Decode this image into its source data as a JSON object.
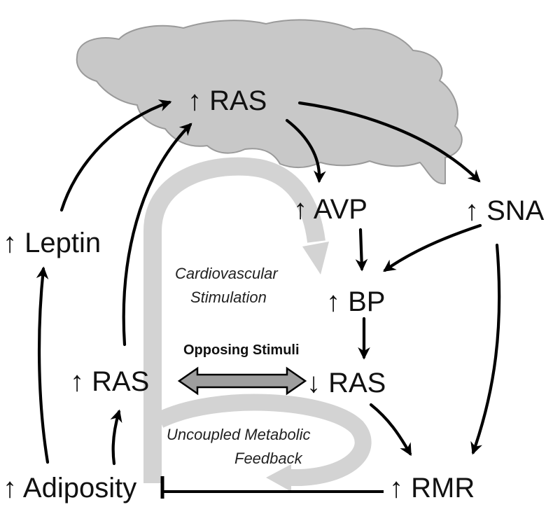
{
  "nodes": {
    "brain_ras": "↑ RAS",
    "avp": "↑ AVP",
    "sna": "↑ SNA",
    "leptin": "↑ Leptin",
    "bp": "↑ BP",
    "adipose_ras": "↑ RAS",
    "kidney_ras": "↓ RAS",
    "adiposity": "↑ Adiposity",
    "rmr": "↑ RMR"
  },
  "annotations": {
    "cardio_line1": "Cardiovascular",
    "cardio_line2": "Stimulation",
    "opposing": "Opposing Stimuli",
    "uncoupled_line1": "Uncoupled Metabolic",
    "uncoupled_line2": "Feedback"
  },
  "colors": {
    "brain_fill": "#c8c8c8",
    "brain_stroke": "#9a9a9a",
    "gray_arrow": "#d3d3d3",
    "double_arrow_fill": "#9e9e9e",
    "black_arrow": "#000000"
  }
}
